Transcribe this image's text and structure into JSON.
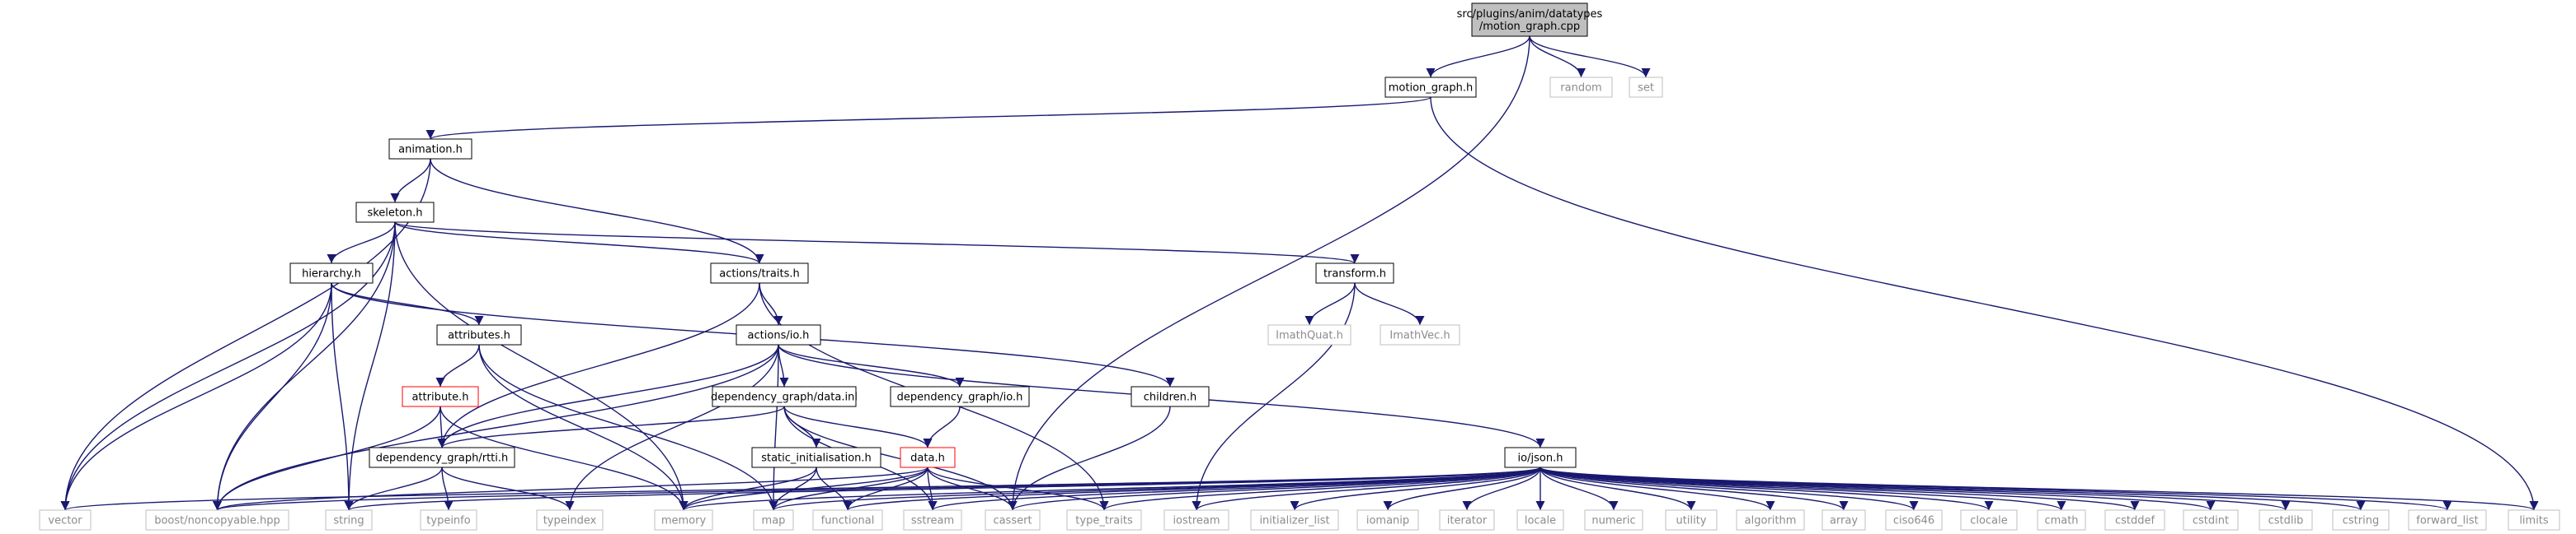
{
  "colors": {
    "edge": "#191970",
    "root_fill": "#bfbfbf",
    "node_border": "#000000",
    "external_border": "#bfbfbf",
    "external_text": "#8c8c8c",
    "truncated_border": "#ff0000",
    "text": "#000000"
  },
  "nodes": [
    {
      "id": "root",
      "label": [
        "src/plugins/anim/datatypes",
        "/motion_graph.cpp"
      ],
      "style": "root"
    },
    {
      "id": "motion_graph_h",
      "label": [
        "motion_graph.h"
      ],
      "style": "normal"
    },
    {
      "id": "random",
      "label": [
        "random"
      ],
      "style": "external"
    },
    {
      "id": "set",
      "label": [
        "set"
      ],
      "style": "external"
    },
    {
      "id": "animation_h",
      "label": [
        "animation.h"
      ],
      "style": "normal"
    },
    {
      "id": "skeleton_h",
      "label": [
        "skeleton.h"
      ],
      "style": "normal"
    },
    {
      "id": "hierarchy_h",
      "label": [
        "hierarchy.h"
      ],
      "style": "normal"
    },
    {
      "id": "actions_traits_h",
      "label": [
        "actions/traits.h"
      ],
      "style": "normal"
    },
    {
      "id": "transform_h",
      "label": [
        "transform.h"
      ],
      "style": "normal"
    },
    {
      "id": "attributes_h",
      "label": [
        "attributes.h"
      ],
      "style": "normal"
    },
    {
      "id": "actions_io_h",
      "label": [
        "actions/io.h"
      ],
      "style": "normal"
    },
    {
      "id": "imathquat_h",
      "label": [
        "ImathQuat.h"
      ],
      "style": "external"
    },
    {
      "id": "imathvec_h",
      "label": [
        "ImathVec.h"
      ],
      "style": "external"
    },
    {
      "id": "attribute_h",
      "label": [
        "attribute.h"
      ],
      "style": "truncated"
    },
    {
      "id": "dg_data_inl",
      "label": [
        "dependency_graph/data.inl"
      ],
      "style": "normal"
    },
    {
      "id": "dg_io_h",
      "label": [
        "dependency_graph/io.h"
      ],
      "style": "normal"
    },
    {
      "id": "children_h",
      "label": [
        "children.h"
      ],
      "style": "normal"
    },
    {
      "id": "dg_rtti_h",
      "label": [
        "dependency_graph/rtti.h"
      ],
      "style": "normal"
    },
    {
      "id": "static_init_h",
      "label": [
        "static_initialisation.h"
      ],
      "style": "normal"
    },
    {
      "id": "data_h",
      "label": [
        "data.h"
      ],
      "style": "truncated"
    },
    {
      "id": "io_json_h",
      "label": [
        "io/json.h"
      ],
      "style": "normal"
    },
    {
      "id": "vector",
      "label": [
        "vector"
      ],
      "style": "external"
    },
    {
      "id": "boost_noncopyable",
      "label": [
        "boost/noncopyable.hpp"
      ],
      "style": "external"
    },
    {
      "id": "string",
      "label": [
        "string"
      ],
      "style": "external"
    },
    {
      "id": "typeinfo",
      "label": [
        "typeinfo"
      ],
      "style": "external"
    },
    {
      "id": "typeindex",
      "label": [
        "typeindex"
      ],
      "style": "external"
    },
    {
      "id": "memory",
      "label": [
        "memory"
      ],
      "style": "external"
    },
    {
      "id": "map",
      "label": [
        "map"
      ],
      "style": "external"
    },
    {
      "id": "functional",
      "label": [
        "functional"
      ],
      "style": "external"
    },
    {
      "id": "sstream",
      "label": [
        "sstream"
      ],
      "style": "external"
    },
    {
      "id": "cassert",
      "label": [
        "cassert"
      ],
      "style": "external"
    },
    {
      "id": "type_traits",
      "label": [
        "type_traits"
      ],
      "style": "external"
    },
    {
      "id": "iostream",
      "label": [
        "iostream"
      ],
      "style": "external"
    },
    {
      "id": "initializer_list",
      "label": [
        "initializer_list"
      ],
      "style": "external"
    },
    {
      "id": "iomanip",
      "label": [
        "iomanip"
      ],
      "style": "external"
    },
    {
      "id": "iterator",
      "label": [
        "iterator"
      ],
      "style": "external"
    },
    {
      "id": "locale",
      "label": [
        "locale"
      ],
      "style": "external"
    },
    {
      "id": "numeric",
      "label": [
        "numeric"
      ],
      "style": "external"
    },
    {
      "id": "utility",
      "label": [
        "utility"
      ],
      "style": "external"
    },
    {
      "id": "algorithm",
      "label": [
        "algorithm"
      ],
      "style": "external"
    },
    {
      "id": "array",
      "label": [
        "array"
      ],
      "style": "external"
    },
    {
      "id": "ciso646",
      "label": [
        "ciso646"
      ],
      "style": "external"
    },
    {
      "id": "clocale",
      "label": [
        "clocale"
      ],
      "style": "external"
    },
    {
      "id": "cmath",
      "label": [
        "cmath"
      ],
      "style": "external"
    },
    {
      "id": "cstddef",
      "label": [
        "cstddef"
      ],
      "style": "external"
    },
    {
      "id": "cstdint",
      "label": [
        "cstdint"
      ],
      "style": "external"
    },
    {
      "id": "cstdlib",
      "label": [
        "cstdlib"
      ],
      "style": "external"
    },
    {
      "id": "cstring",
      "label": [
        "cstring"
      ],
      "style": "external"
    },
    {
      "id": "forward_list",
      "label": [
        "forward_list"
      ],
      "style": "external"
    },
    {
      "id": "limits",
      "label": [
        "limits"
      ],
      "style": "external"
    }
  ],
  "edges": [
    [
      "root",
      "motion_graph_h"
    ],
    [
      "root",
      "random"
    ],
    [
      "root",
      "set"
    ],
    [
      "root",
      "cassert"
    ],
    [
      "motion_graph_h",
      "animation_h"
    ],
    [
      "motion_graph_h",
      "limits"
    ],
    [
      "animation_h",
      "skeleton_h"
    ],
    [
      "animation_h",
      "actions_traits_h"
    ],
    [
      "animation_h",
      "vector"
    ],
    [
      "skeleton_h",
      "hierarchy_h"
    ],
    [
      "skeleton_h",
      "actions_traits_h"
    ],
    [
      "skeleton_h",
      "transform_h"
    ],
    [
      "skeleton_h",
      "vector"
    ],
    [
      "skeleton_h",
      "boost_noncopyable"
    ],
    [
      "skeleton_h",
      "string"
    ],
    [
      "skeleton_h",
      "memory"
    ],
    [
      "hierarchy_h",
      "attributes_h"
    ],
    [
      "hierarchy_h",
      "children_h"
    ],
    [
      "hierarchy_h",
      "vector"
    ],
    [
      "hierarchy_h",
      "boost_noncopyable"
    ],
    [
      "hierarchy_h",
      "string"
    ],
    [
      "actions_traits_h",
      "actions_io_h"
    ],
    [
      "actions_traits_h",
      "dg_rtti_h"
    ],
    [
      "actions_traits_h",
      "type_traits"
    ],
    [
      "transform_h",
      "imathquat_h"
    ],
    [
      "transform_h",
      "imathvec_h"
    ],
    [
      "transform_h",
      "iostream"
    ],
    [
      "attributes_h",
      "attribute_h"
    ],
    [
      "attributes_h",
      "memory"
    ],
    [
      "attributes_h",
      "map"
    ],
    [
      "attribute_h",
      "dg_rtti_h"
    ],
    [
      "attribute_h",
      "boost_noncopyable"
    ],
    [
      "attribute_h",
      "memory"
    ],
    [
      "actions_io_h",
      "dg_data_inl"
    ],
    [
      "actions_io_h",
      "dg_io_h"
    ],
    [
      "actions_io_h",
      "io_json_h"
    ],
    [
      "actions_io_h",
      "dg_rtti_h"
    ],
    [
      "actions_io_h",
      "boost_noncopyable"
    ],
    [
      "actions_io_h",
      "typeindex"
    ],
    [
      "actions_io_h",
      "map"
    ],
    [
      "dg_data_inl",
      "static_init_h"
    ],
    [
      "dg_data_inl",
      "data_h"
    ],
    [
      "dg_data_inl",
      "dg_rtti_h"
    ],
    [
      "dg_data_inl",
      "sstream"
    ],
    [
      "dg_data_inl",
      "cassert"
    ],
    [
      "dg_io_h",
      "data_h"
    ],
    [
      "children_h",
      "cassert"
    ],
    [
      "dg_rtti_h",
      "string"
    ],
    [
      "dg_rtti_h",
      "typeinfo"
    ],
    [
      "dg_rtti_h",
      "typeindex"
    ],
    [
      "static_init_h",
      "memory"
    ],
    [
      "static_init_h",
      "map"
    ],
    [
      "static_init_h",
      "functional"
    ],
    [
      "data_h",
      "memory"
    ],
    [
      "data_h",
      "map"
    ],
    [
      "data_h",
      "functional"
    ],
    [
      "data_h",
      "sstream"
    ],
    [
      "data_h",
      "cassert"
    ],
    [
      "data_h",
      "type_traits"
    ],
    [
      "data_h",
      "boost_noncopyable"
    ],
    [
      "io_json_h",
      "vector"
    ],
    [
      "io_json_h",
      "boost_noncopyable"
    ],
    [
      "io_json_h",
      "string"
    ],
    [
      "io_json_h",
      "memory"
    ],
    [
      "io_json_h",
      "map"
    ],
    [
      "io_json_h",
      "functional"
    ],
    [
      "io_json_h",
      "sstream"
    ],
    [
      "io_json_h",
      "cassert"
    ],
    [
      "io_json_h",
      "type_traits"
    ],
    [
      "io_json_h",
      "iostream"
    ],
    [
      "io_json_h",
      "initializer_list"
    ],
    [
      "io_json_h",
      "iomanip"
    ],
    [
      "io_json_h",
      "iterator"
    ],
    [
      "io_json_h",
      "locale"
    ],
    [
      "io_json_h",
      "numeric"
    ],
    [
      "io_json_h",
      "utility"
    ],
    [
      "io_json_h",
      "algorithm"
    ],
    [
      "io_json_h",
      "array"
    ],
    [
      "io_json_h",
      "ciso646"
    ],
    [
      "io_json_h",
      "clocale"
    ],
    [
      "io_json_h",
      "cmath"
    ],
    [
      "io_json_h",
      "cstddef"
    ],
    [
      "io_json_h",
      "cstdint"
    ],
    [
      "io_json_h",
      "cstdlib"
    ],
    [
      "io_json_h",
      "cstring"
    ],
    [
      "io_json_h",
      "forward_list"
    ],
    [
      "io_json_h",
      "limits"
    ]
  ]
}
